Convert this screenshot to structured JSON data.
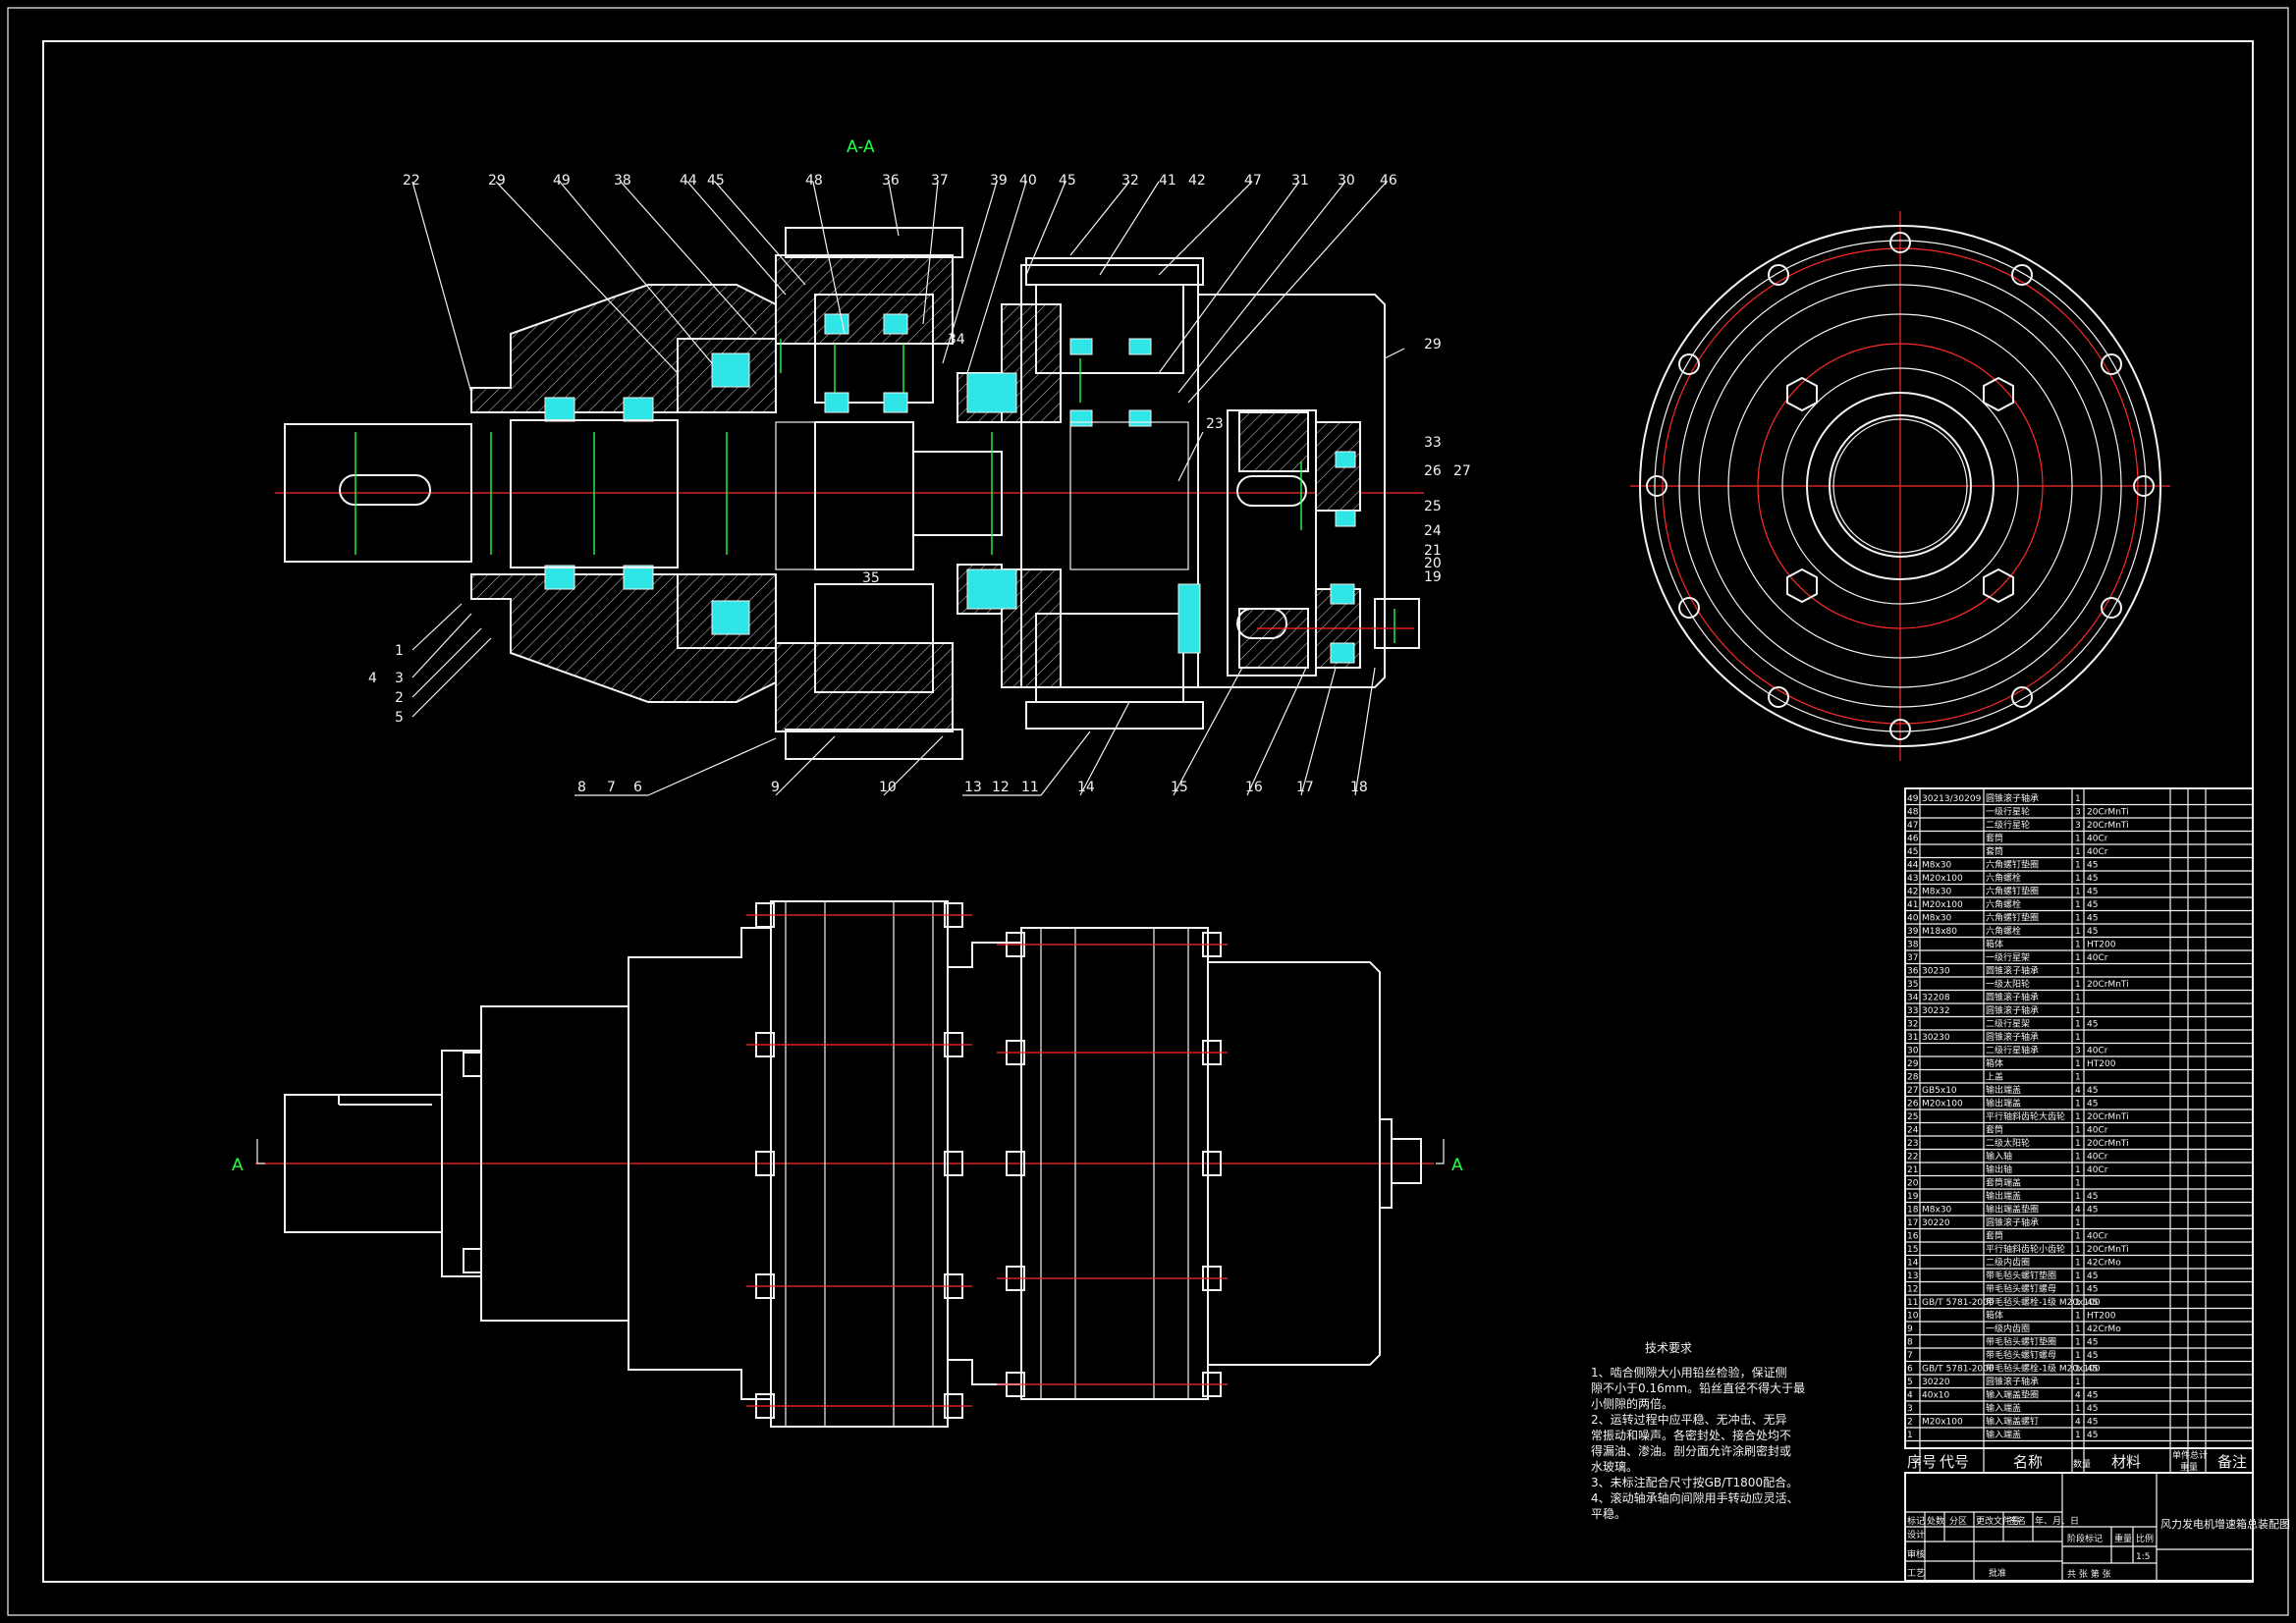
{
  "section_label": "A-A",
  "view_marks": {
    "left": "A",
    "right": "A"
  },
  "part_callouts": [
    {
      "id": "c22",
      "text": "22"
    },
    {
      "id": "c29",
      "text": "29"
    },
    {
      "id": "c49",
      "text": "49"
    },
    {
      "id": "c38",
      "text": "38"
    },
    {
      "id": "c44",
      "text": "44"
    },
    {
      "id": "c45a",
      "text": "45"
    },
    {
      "id": "c48",
      "text": "48"
    },
    {
      "id": "c36",
      "text": "36"
    },
    {
      "id": "c37",
      "text": "37"
    },
    {
      "id": "c39",
      "text": "39"
    },
    {
      "id": "c40",
      "text": "40"
    },
    {
      "id": "c45b",
      "text": "45"
    },
    {
      "id": "c32",
      "text": "32"
    },
    {
      "id": "c41",
      "text": "41"
    },
    {
      "id": "c42",
      "text": "42"
    },
    {
      "id": "c47",
      "text": "47"
    },
    {
      "id": "c31",
      "text": "31"
    },
    {
      "id": "c30",
      "text": "30"
    },
    {
      "id": "c46",
      "text": "46"
    },
    {
      "id": "c34",
      "text": "34"
    },
    {
      "id": "c23",
      "text": "23"
    },
    {
      "id": "c35",
      "text": "35"
    },
    {
      "id": "c29r",
      "text": "29"
    },
    {
      "id": "c33",
      "text": "33"
    },
    {
      "id": "c26",
      "text": "26"
    },
    {
      "id": "c27",
      "text": "27"
    },
    {
      "id": "c25",
      "text": "25"
    },
    {
      "id": "c24",
      "text": "24"
    },
    {
      "id": "c21",
      "text": "21"
    },
    {
      "id": "c20",
      "text": "20"
    },
    {
      "id": "c19",
      "text": "19"
    },
    {
      "id": "c1",
      "text": "1"
    },
    {
      "id": "c3",
      "text": "3"
    },
    {
      "id": "c4",
      "text": "4"
    },
    {
      "id": "c2",
      "text": "2"
    },
    {
      "id": "c5",
      "text": "5"
    },
    {
      "id": "c8",
      "text": "8"
    },
    {
      "id": "c7",
      "text": "7"
    },
    {
      "id": "c6",
      "text": "6"
    },
    {
      "id": "c9",
      "text": "9"
    },
    {
      "id": "c10",
      "text": "10"
    },
    {
      "id": "c13",
      "text": "13"
    },
    {
      "id": "c12",
      "text": "12"
    },
    {
      "id": "c11",
      "text": "11"
    },
    {
      "id": "c14",
      "text": "14"
    },
    {
      "id": "c15",
      "text": "15"
    },
    {
      "id": "c16",
      "text": "16"
    },
    {
      "id": "c17",
      "text": "17"
    },
    {
      "id": "c18",
      "text": "18"
    }
  ],
  "tech_requirements": {
    "title": "技术要求",
    "lines": [
      "1、啮合侧隙大小用铅丝检验，保证侧",
      "隙不小于0.16mm。铅丝直径不得大于最",
      "小侧隙的两倍。",
      "2、运转过程中应平稳、无冲击、无异",
      "常振动和噪声。各密封处、接合处均不",
      "得漏油、渗油。剖分面允许涂刷密封或",
      "水玻璃。",
      "3、未标注配合尺寸按GB/T1800配合。",
      "4、滚动轴承轴向间隙用手转动应灵活、",
      "平稳。"
    ]
  },
  "parts_list_header": {
    "seq": "序号",
    "code": "代号",
    "name": "名称",
    "qty": "数量",
    "material": "材料",
    "unit_weight": "单件",
    "total_weight": "总计",
    "weight": "重量",
    "remark": "备注"
  },
  "parts_list": [
    {
      "no": "49",
      "code": "30213/30209",
      "name": "圆锥滚子轴承",
      "qty": "1",
      "mat": ""
    },
    {
      "no": "48",
      "code": "",
      "name": "一级行星轮",
      "qty": "3",
      "mat": "20CrMnTi"
    },
    {
      "no": "47",
      "code": "",
      "name": "二级行星轮",
      "qty": "3",
      "mat": "20CrMnTi"
    },
    {
      "no": "46",
      "code": "",
      "name": "套筒",
      "qty": "1",
      "mat": "40Cr"
    },
    {
      "no": "45",
      "code": "",
      "name": "套筒",
      "qty": "1",
      "mat": "40Cr"
    },
    {
      "no": "44",
      "code": "M8x30",
      "name": "六角螺钉垫圈",
      "qty": "1",
      "mat": "45"
    },
    {
      "no": "43",
      "code": "M20x100",
      "name": "六角螺栓",
      "qty": "1",
      "mat": "45"
    },
    {
      "no": "42",
      "code": "M8x30",
      "name": "六角螺钉垫圈",
      "qty": "1",
      "mat": "45"
    },
    {
      "no": "41",
      "code": "M20x100",
      "name": "六角螺栓",
      "qty": "1",
      "mat": "45"
    },
    {
      "no": "40",
      "code": "M8x30",
      "name": "六角螺钉垫圈",
      "qty": "1",
      "mat": "45"
    },
    {
      "no": "39",
      "code": "M18x80",
      "name": "六角螺栓",
      "qty": "1",
      "mat": "45"
    },
    {
      "no": "38",
      "code": "",
      "name": "箱体",
      "qty": "1",
      "mat": "HT200"
    },
    {
      "no": "37",
      "code": "",
      "name": "一级行星架",
      "qty": "1",
      "mat": "40Cr"
    },
    {
      "no": "36",
      "code": "30230",
      "name": "圆锥滚子轴承",
      "qty": "1",
      "mat": ""
    },
    {
      "no": "35",
      "code": "",
      "name": "一级太阳轮",
      "qty": "1",
      "mat": "20CrMnTi"
    },
    {
      "no": "34",
      "code": "32208",
      "name": "圆锥滚子轴承",
      "qty": "1",
      "mat": ""
    },
    {
      "no": "33",
      "code": "30232",
      "name": "圆锥滚子轴承",
      "qty": "1",
      "mat": ""
    },
    {
      "no": "32",
      "code": "",
      "name": "二级行星架",
      "qty": "1",
      "mat": "45"
    },
    {
      "no": "31",
      "code": "30230",
      "name": "圆锥滚子轴承",
      "qty": "1",
      "mat": ""
    },
    {
      "no": "30",
      "code": "",
      "name": "二级行星轴承",
      "qty": "3",
      "mat": "40Cr"
    },
    {
      "no": "29",
      "code": "",
      "name": "箱体",
      "qty": "1",
      "mat": "HT200"
    },
    {
      "no": "28",
      "code": "",
      "name": "上盖",
      "qty": "1",
      "mat": ""
    },
    {
      "no": "27",
      "code": "GB5x10",
      "name": "输出端盖",
      "qty": "4",
      "mat": "45"
    },
    {
      "no": "26",
      "code": "M20x100",
      "name": "输出端盖",
      "qty": "1",
      "mat": "45"
    },
    {
      "no": "25",
      "code": "",
      "name": "平行轴斜齿轮大齿轮",
      "qty": "1",
      "mat": "20CrMnTi"
    },
    {
      "no": "24",
      "code": "",
      "name": "套筒",
      "qty": "1",
      "mat": "40Cr"
    },
    {
      "no": "23",
      "code": "",
      "name": "二级太阳轮",
      "qty": "1",
      "mat": "20CrMnTi"
    },
    {
      "no": "22",
      "code": "",
      "name": "输入轴",
      "qty": "1",
      "mat": "40Cr"
    },
    {
      "no": "21",
      "code": "",
      "name": "输出轴",
      "qty": "1",
      "mat": "40Cr"
    },
    {
      "no": "20",
      "code": "",
      "name": "套筒端盖",
      "qty": "1",
      "mat": ""
    },
    {
      "no": "19",
      "code": "",
      "name": "输出端盖",
      "qty": "1",
      "mat": "45"
    },
    {
      "no": "18",
      "code": "M8x30",
      "name": "输出端盖垫圈",
      "qty": "4",
      "mat": "45"
    },
    {
      "no": "17",
      "code": "30220",
      "name": "圆锥滚子轴承",
      "qty": "1",
      "mat": ""
    },
    {
      "no": "16",
      "code": "",
      "name": "套筒",
      "qty": "1",
      "mat": "40Cr"
    },
    {
      "no": "15",
      "code": "",
      "name": "平行轴斜齿轮小齿轮",
      "qty": "1",
      "mat": "20CrMnTi"
    },
    {
      "no": "14",
      "code": "",
      "name": "二级内齿圈",
      "qty": "1",
      "mat": "42CrMo"
    },
    {
      "no": "13",
      "code": "",
      "name": "带毛毡头螺钉垫圈",
      "qty": "1",
      "mat": "45"
    },
    {
      "no": "12",
      "code": "",
      "name": "带毛毡头螺钉螺母",
      "qty": "1",
      "mat": "45"
    },
    {
      "no": "11",
      "code": "GB/T 5781-2000",
      "name": "带毛毡头螺栓-1级 M20x100",
      "qty": "1",
      "mat": "45"
    },
    {
      "no": "10",
      "code": "",
      "name": "箱体",
      "qty": "1",
      "mat": "HT200"
    },
    {
      "no": "9",
      "code": "",
      "name": "一级内齿圈",
      "qty": "1",
      "mat": "42CrMo"
    },
    {
      "no": "8",
      "code": "",
      "name": "带毛毡头螺钉垫圈",
      "qty": "1",
      "mat": "45"
    },
    {
      "no": "7",
      "code": "",
      "name": "带毛毡头螺钉螺母",
      "qty": "1",
      "mat": "45"
    },
    {
      "no": "6",
      "code": "GB/T 5781-2000",
      "name": "带毛毡头螺栓-1级 M20x100",
      "qty": "1",
      "mat": "45"
    },
    {
      "no": "5",
      "code": "30220",
      "name": "圆锥滚子轴承",
      "qty": "1",
      "mat": ""
    },
    {
      "no": "4",
      "code": "40x10",
      "name": "输入端盖垫圈",
      "qty": "4",
      "mat": "45"
    },
    {
      "no": "3",
      "code": "",
      "name": "输入端盖",
      "qty": "1",
      "mat": "45"
    },
    {
      "no": "2",
      "code": "M20x100",
      "name": "输入端盖螺钉",
      "qty": "4",
      "mat": "45"
    },
    {
      "no": "1",
      "code": "",
      "name": "输入端盖",
      "qty": "1",
      "mat": "45"
    }
  ],
  "title_block": {
    "drawing_title": "风力发电机增速箱总装配图",
    "scale_label": "比例",
    "sheet_label": "共 张 第 张",
    "design_label": "设计",
    "check_label": "审核",
    "process_label": "工艺",
    "approve_label": "批准",
    "mark_label": "标记",
    "count_label": "处数",
    "zone_label": "分区",
    "change_doc_label": "更改文件号",
    "sign_label": "签名",
    "date_label": "年、月、日",
    "stage_label": "阶段标记",
    "weight_label": "重量",
    "scale_value": "1:5"
  }
}
